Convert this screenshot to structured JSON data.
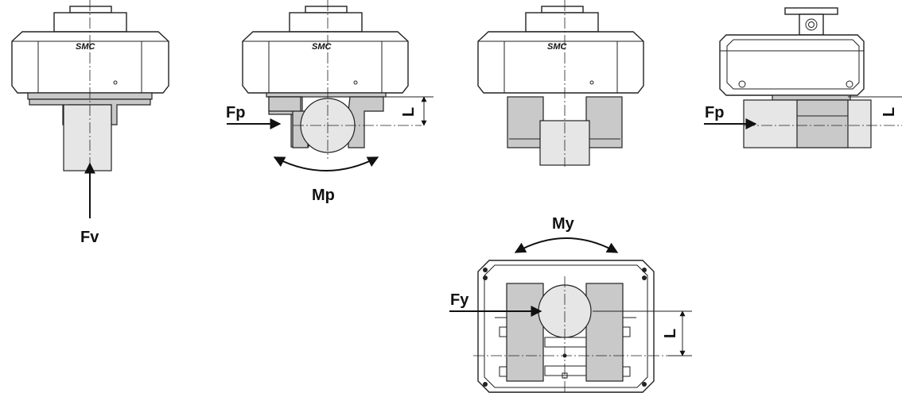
{
  "brand_logo_text": "SMC",
  "labels": {
    "fv": "Fv",
    "fp_left": "Fp",
    "fp_right": "Fp",
    "mp": "Mp",
    "my": "My",
    "fy": "Fy",
    "l_view2": "L",
    "l_view4": "L",
    "l_top": "L"
  }
}
